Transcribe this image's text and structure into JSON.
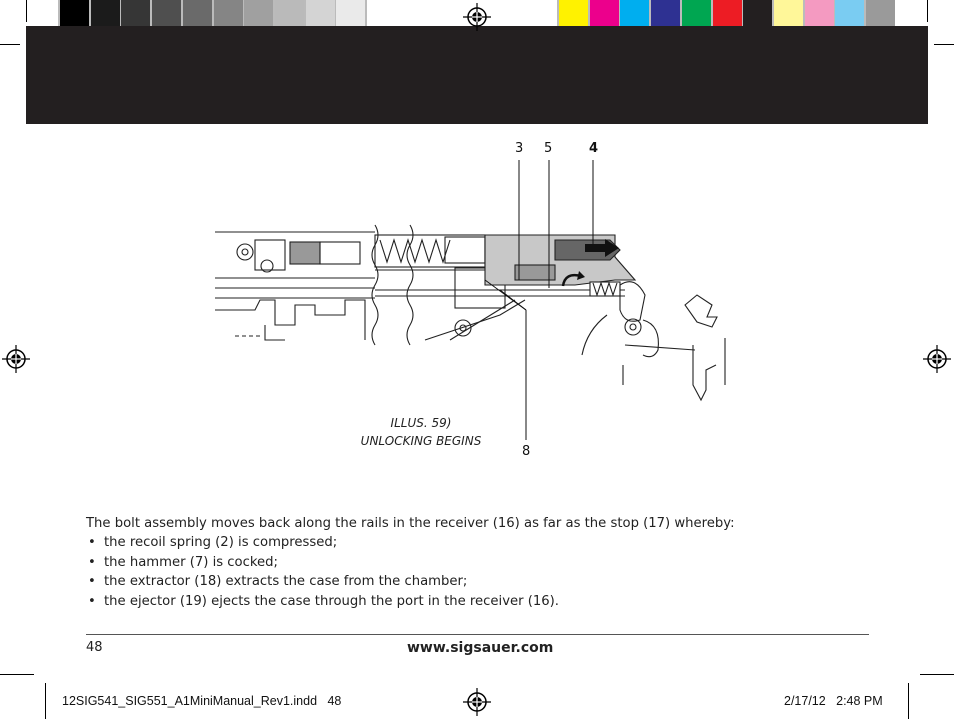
{
  "color_bar": {
    "gray_swatches": [
      "#000000",
      "#1b1b1b",
      "#363636",
      "#4f4f4f",
      "#6a6a6a",
      "#858585",
      "#a0a0a0",
      "#bababa",
      "#d4d4d4",
      "#eaeaea",
      "#ffffff"
    ],
    "color_swatches": [
      "#fff200",
      "#ec008c",
      "#00aeef",
      "#2e3192",
      "#00a651",
      "#ed1c24",
      "#231f20",
      "#fff799",
      "#f49ac1",
      "#7accf2",
      "#9a9a9a"
    ]
  },
  "header_band_color": "#231f20",
  "figure": {
    "callouts": {
      "c3": "3",
      "c5": "5",
      "c4": "4",
      "c8": "8"
    },
    "caption_line1": "ILLUS. 59)",
    "caption_line2": "UNLOCKING BEGINS",
    "icons": [
      "registration-mark-icon",
      "arrow-right-icon"
    ]
  },
  "content": {
    "intro": "The bolt assembly moves back along the rails in the receiver (16) as far as the stop (17) whereby:",
    "bullets": [
      "the recoil spring (2) is compressed;",
      "the hammer (7) is cocked;",
      "the extractor (18) extracts the case from the chamber;",
      "the ejector (19) ejects the case through the port in the receiver (16)."
    ]
  },
  "footer": {
    "page_number": "48",
    "url": "www.sigsauer.com"
  },
  "slug": {
    "file": "12SIG541_SIG551_A1MiniManual_Rev1.indd   48",
    "date": "2/17/12   2:48 PM"
  }
}
